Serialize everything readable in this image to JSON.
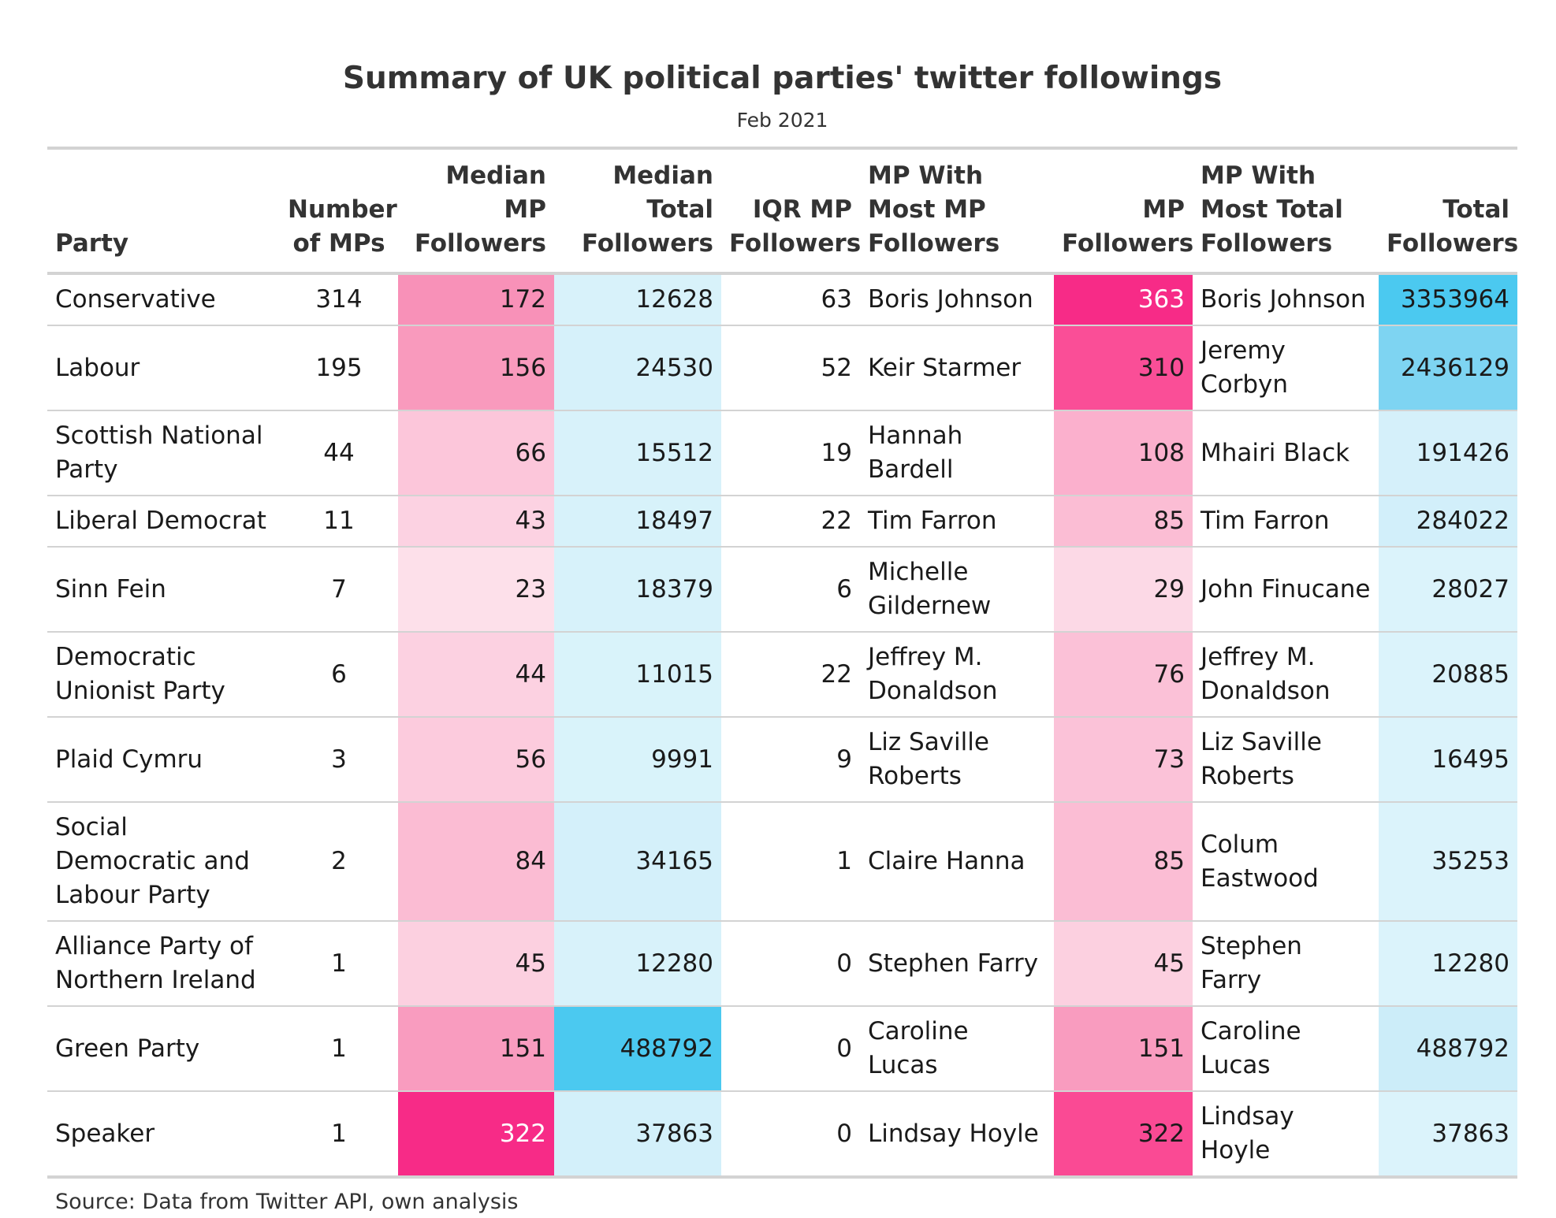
{
  "header": {
    "title": "Summary of UK political parties' twitter followings",
    "subtitle": "Feb 2021"
  },
  "columns": [
    {
      "key": "party",
      "label": "Party",
      "align": "left"
    },
    {
      "key": "n_mps",
      "label": "Number of MPs",
      "align": "center"
    },
    {
      "key": "median_mp",
      "label": "Median MP Followers",
      "align": "right"
    },
    {
      "key": "median_total",
      "label": "Median Total Followers",
      "align": "right"
    },
    {
      "key": "iqr_mp",
      "label": "IQR MP Followers",
      "align": "right"
    },
    {
      "key": "top_mp_name",
      "label": "MP With Most MP Followers",
      "align": "left"
    },
    {
      "key": "top_mp_followers",
      "label": "MP Followers",
      "align": "right"
    },
    {
      "key": "top_total_name",
      "label": "MP With Most Total Followers",
      "align": "left"
    },
    {
      "key": "total_followers",
      "label": "Total Followers",
      "align": "right"
    }
  ],
  "rows": [
    {
      "party": "Conservative",
      "n_mps": "314",
      "median_mp": "172",
      "median_total": "12628",
      "iqr_mp": "63",
      "top_mp_name": "Boris Johnson",
      "top_mp_followers": "363",
      "top_total_name": "Boris Johnson",
      "total_followers": "3353964",
      "colors": {
        "median_mp": "#f891b8",
        "median_total": "#d8f2fa",
        "top_mp_followers": "#f72b87",
        "total_followers": "#4bc9f0"
      }
    },
    {
      "party": "Labour",
      "n_mps": "195",
      "median_mp": "156",
      "median_total": "24530",
      "iqr_mp": "52",
      "top_mp_name": "Keir Starmer",
      "top_mp_followers": "310",
      "top_total_name": "Jeremy Corbyn",
      "total_followers": "2436129",
      "colors": {
        "median_mp": "#f99abd",
        "median_total": "#d6f1fa",
        "top_mp_followers": "#fa4e97",
        "total_followers": "#7ed4f2"
      }
    },
    {
      "party": "Scottish National Party",
      "n_mps": "44",
      "median_mp": "66",
      "median_total": "15512",
      "iqr_mp": "19",
      "top_mp_name": "Hannah Bardell",
      "top_mp_followers": "108",
      "top_total_name": "Mhairi Black",
      "total_followers": "191426",
      "colors": {
        "median_mp": "#fcc6da",
        "median_total": "#d8f2fa",
        "top_mp_followers": "#fbb0cd",
        "total_followers": "#d5f0fa"
      }
    },
    {
      "party": "Liberal Democrat",
      "n_mps": "11",
      "median_mp": "43",
      "median_total": "18497",
      "iqr_mp": "22",
      "top_mp_name": "Tim Farron",
      "top_mp_followers": "85",
      "top_total_name": "Tim Farron",
      "total_followers": "284022",
      "colors": {
        "median_mp": "#fcd2e2",
        "median_total": "#d7f2fa",
        "top_mp_followers": "#fbbdd4",
        "total_followers": "#d2effa"
      }
    },
    {
      "party": "Sinn Fein",
      "n_mps": "7",
      "median_mp": "23",
      "median_total": "18379",
      "iqr_mp": "6",
      "top_mp_name": "Michelle Gildernew",
      "top_mp_followers": "29",
      "top_total_name": "John Finucane",
      "total_followers": "28027",
      "colors": {
        "median_mp": "#fde0ea",
        "median_total": "#d7f2fa",
        "top_mp_followers": "#fcd9e6",
        "total_followers": "#dbf3fb"
      }
    },
    {
      "party": "Democratic Unionist Party",
      "n_mps": "6",
      "median_mp": "44",
      "median_total": "11015",
      "iqr_mp": "22",
      "top_mp_name": "Jeffrey M. Donaldson",
      "top_mp_followers": "76",
      "top_total_name": "Jeffrey M. Donaldson",
      "total_followers": "20885",
      "colors": {
        "median_mp": "#fcd1e1",
        "median_total": "#d9f3fa",
        "top_mp_followers": "#fbc1d7",
        "total_followers": "#dbf3fb"
      }
    },
    {
      "party": "Plaid Cymru",
      "n_mps": "3",
      "median_mp": "56",
      "median_total": "9991",
      "iqr_mp": "9",
      "top_mp_name": "Liz Saville Roberts",
      "top_mp_followers": "73",
      "top_total_name": "Liz Saville Roberts",
      "total_followers": "16495",
      "colors": {
        "median_mp": "#fccbdd",
        "median_total": "#d9f3fa",
        "top_mp_followers": "#fbc2d8",
        "total_followers": "#dbf3fb"
      }
    },
    {
      "party": "Social Democratic and Labour Party",
      "n_mps": "2",
      "median_mp": "84",
      "median_total": "34165",
      "iqr_mp": "1",
      "top_mp_name": "Claire Hanna",
      "top_mp_followers": "85",
      "top_total_name": "Colum Eastwood",
      "total_followers": "35253",
      "colors": {
        "median_mp": "#fbbcd3",
        "median_total": "#d4f0fa",
        "top_mp_followers": "#fbbdd4",
        "total_followers": "#dbf3fb"
      }
    },
    {
      "party": "Alliance Party of Northern Ireland",
      "n_mps": "1",
      "median_mp": "45",
      "median_total": "12280",
      "iqr_mp": "0",
      "top_mp_name": "Stephen Farry",
      "top_mp_followers": "45",
      "top_total_name": "Stephen Farry",
      "total_followers": "12280",
      "colors": {
        "median_mp": "#fcd0e0",
        "median_total": "#d8f2fa",
        "top_mp_followers": "#fcd0e0",
        "total_followers": "#dbf3fb"
      }
    },
    {
      "party": "Green Party",
      "n_mps": "1",
      "median_mp": "151",
      "median_total": "488792",
      "iqr_mp": "0",
      "top_mp_name": "Caroline Lucas",
      "top_mp_followers": "151",
      "top_total_name": "Caroline Lucas",
      "total_followers": "488792",
      "colors": {
        "median_mp": "#f99cbf",
        "median_total": "#4bc9f0",
        "top_mp_followers": "#f99cbf",
        "total_followers": "#ccedf9"
      }
    },
    {
      "party": "Speaker",
      "n_mps": "1",
      "median_mp": "322",
      "median_total": "37863",
      "iqr_mp": "0",
      "top_mp_name": "Lindsay Hoyle",
      "top_mp_followers": "322",
      "top_total_name": "Lindsay Hoyle",
      "total_followers": "37863",
      "colors": {
        "median_mp": "#f72b87",
        "median_total": "#d3f0fa",
        "top_mp_followers": "#fa4a94",
        "total_followers": "#dbf3fb"
      }
    }
  ],
  "footer": {
    "source": "Source: Data from Twitter API, own analysis"
  }
}
